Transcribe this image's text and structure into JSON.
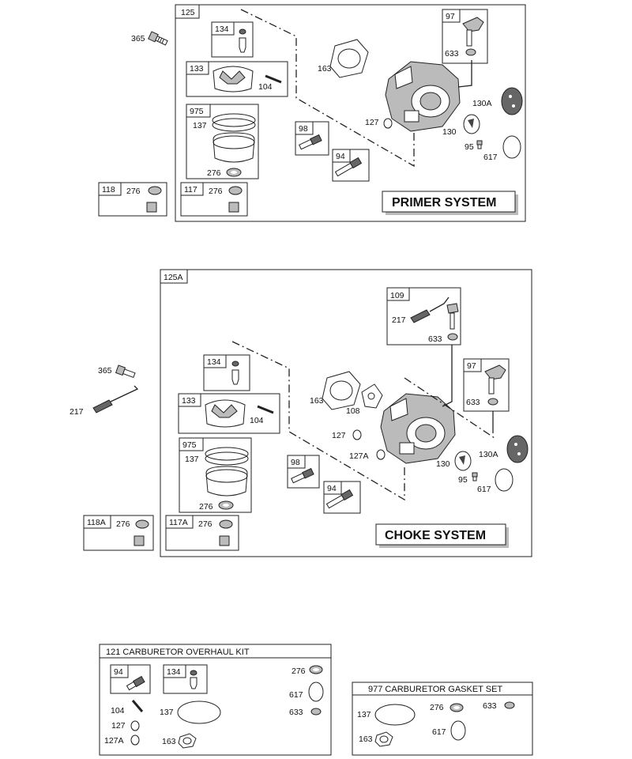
{
  "primer": {
    "main_ref": "125",
    "title": "PRIMER SYSTEM",
    "labels": {
      "p365": "365",
      "p134": "134",
      "p133": "133",
      "p104": "104",
      "p975": "975",
      "p137": "137",
      "p276a": "276",
      "p98": "98",
      "p94": "94",
      "p163": "163",
      "p127": "127",
      "p97": "97",
      "p633": "633",
      "p130A": "130A",
      "p130": "130",
      "p95": "95",
      "p617": "617",
      "p118": "118",
      "p276b": "276",
      "p117": "117",
      "p276c": "276"
    }
  },
  "choke": {
    "main_ref": "125A",
    "title": "CHOKE SYSTEM",
    "labels": {
      "p365": "365",
      "p217": "217",
      "p134": "134",
      "p133": "133",
      "p104": "104",
      "p975": "975",
      "p137": "137",
      "p276a": "276",
      "p98": "98",
      "p94": "94",
      "p163": "163",
      "p108": "108",
      "p127": "127",
      "p127A": "127A",
      "p109": "109",
      "p217b": "217",
      "p633a": "633",
      "p97": "97",
      "p633b": "633",
      "p130": "130",
      "p130A": "130A",
      "p95": "95",
      "p617": "617",
      "p118A": "118A",
      "p276b": "276",
      "p117A": "117A",
      "p276c": "276"
    }
  },
  "overhaul_kit": {
    "title": "121 CARBURETOR OVERHAUL KIT",
    "labels": {
      "p94": "94",
      "p134": "134",
      "p276": "276",
      "p617": "617",
      "p633": "633",
      "p104": "104",
      "p137": "137",
      "p127": "127",
      "p127A": "127A",
      "p163": "163"
    }
  },
  "gasket_set": {
    "title": "977 CARBURETOR GASKET SET",
    "labels": {
      "p137": "137",
      "p276": "276",
      "p633": "633",
      "p617": "617",
      "p163": "163"
    }
  }
}
